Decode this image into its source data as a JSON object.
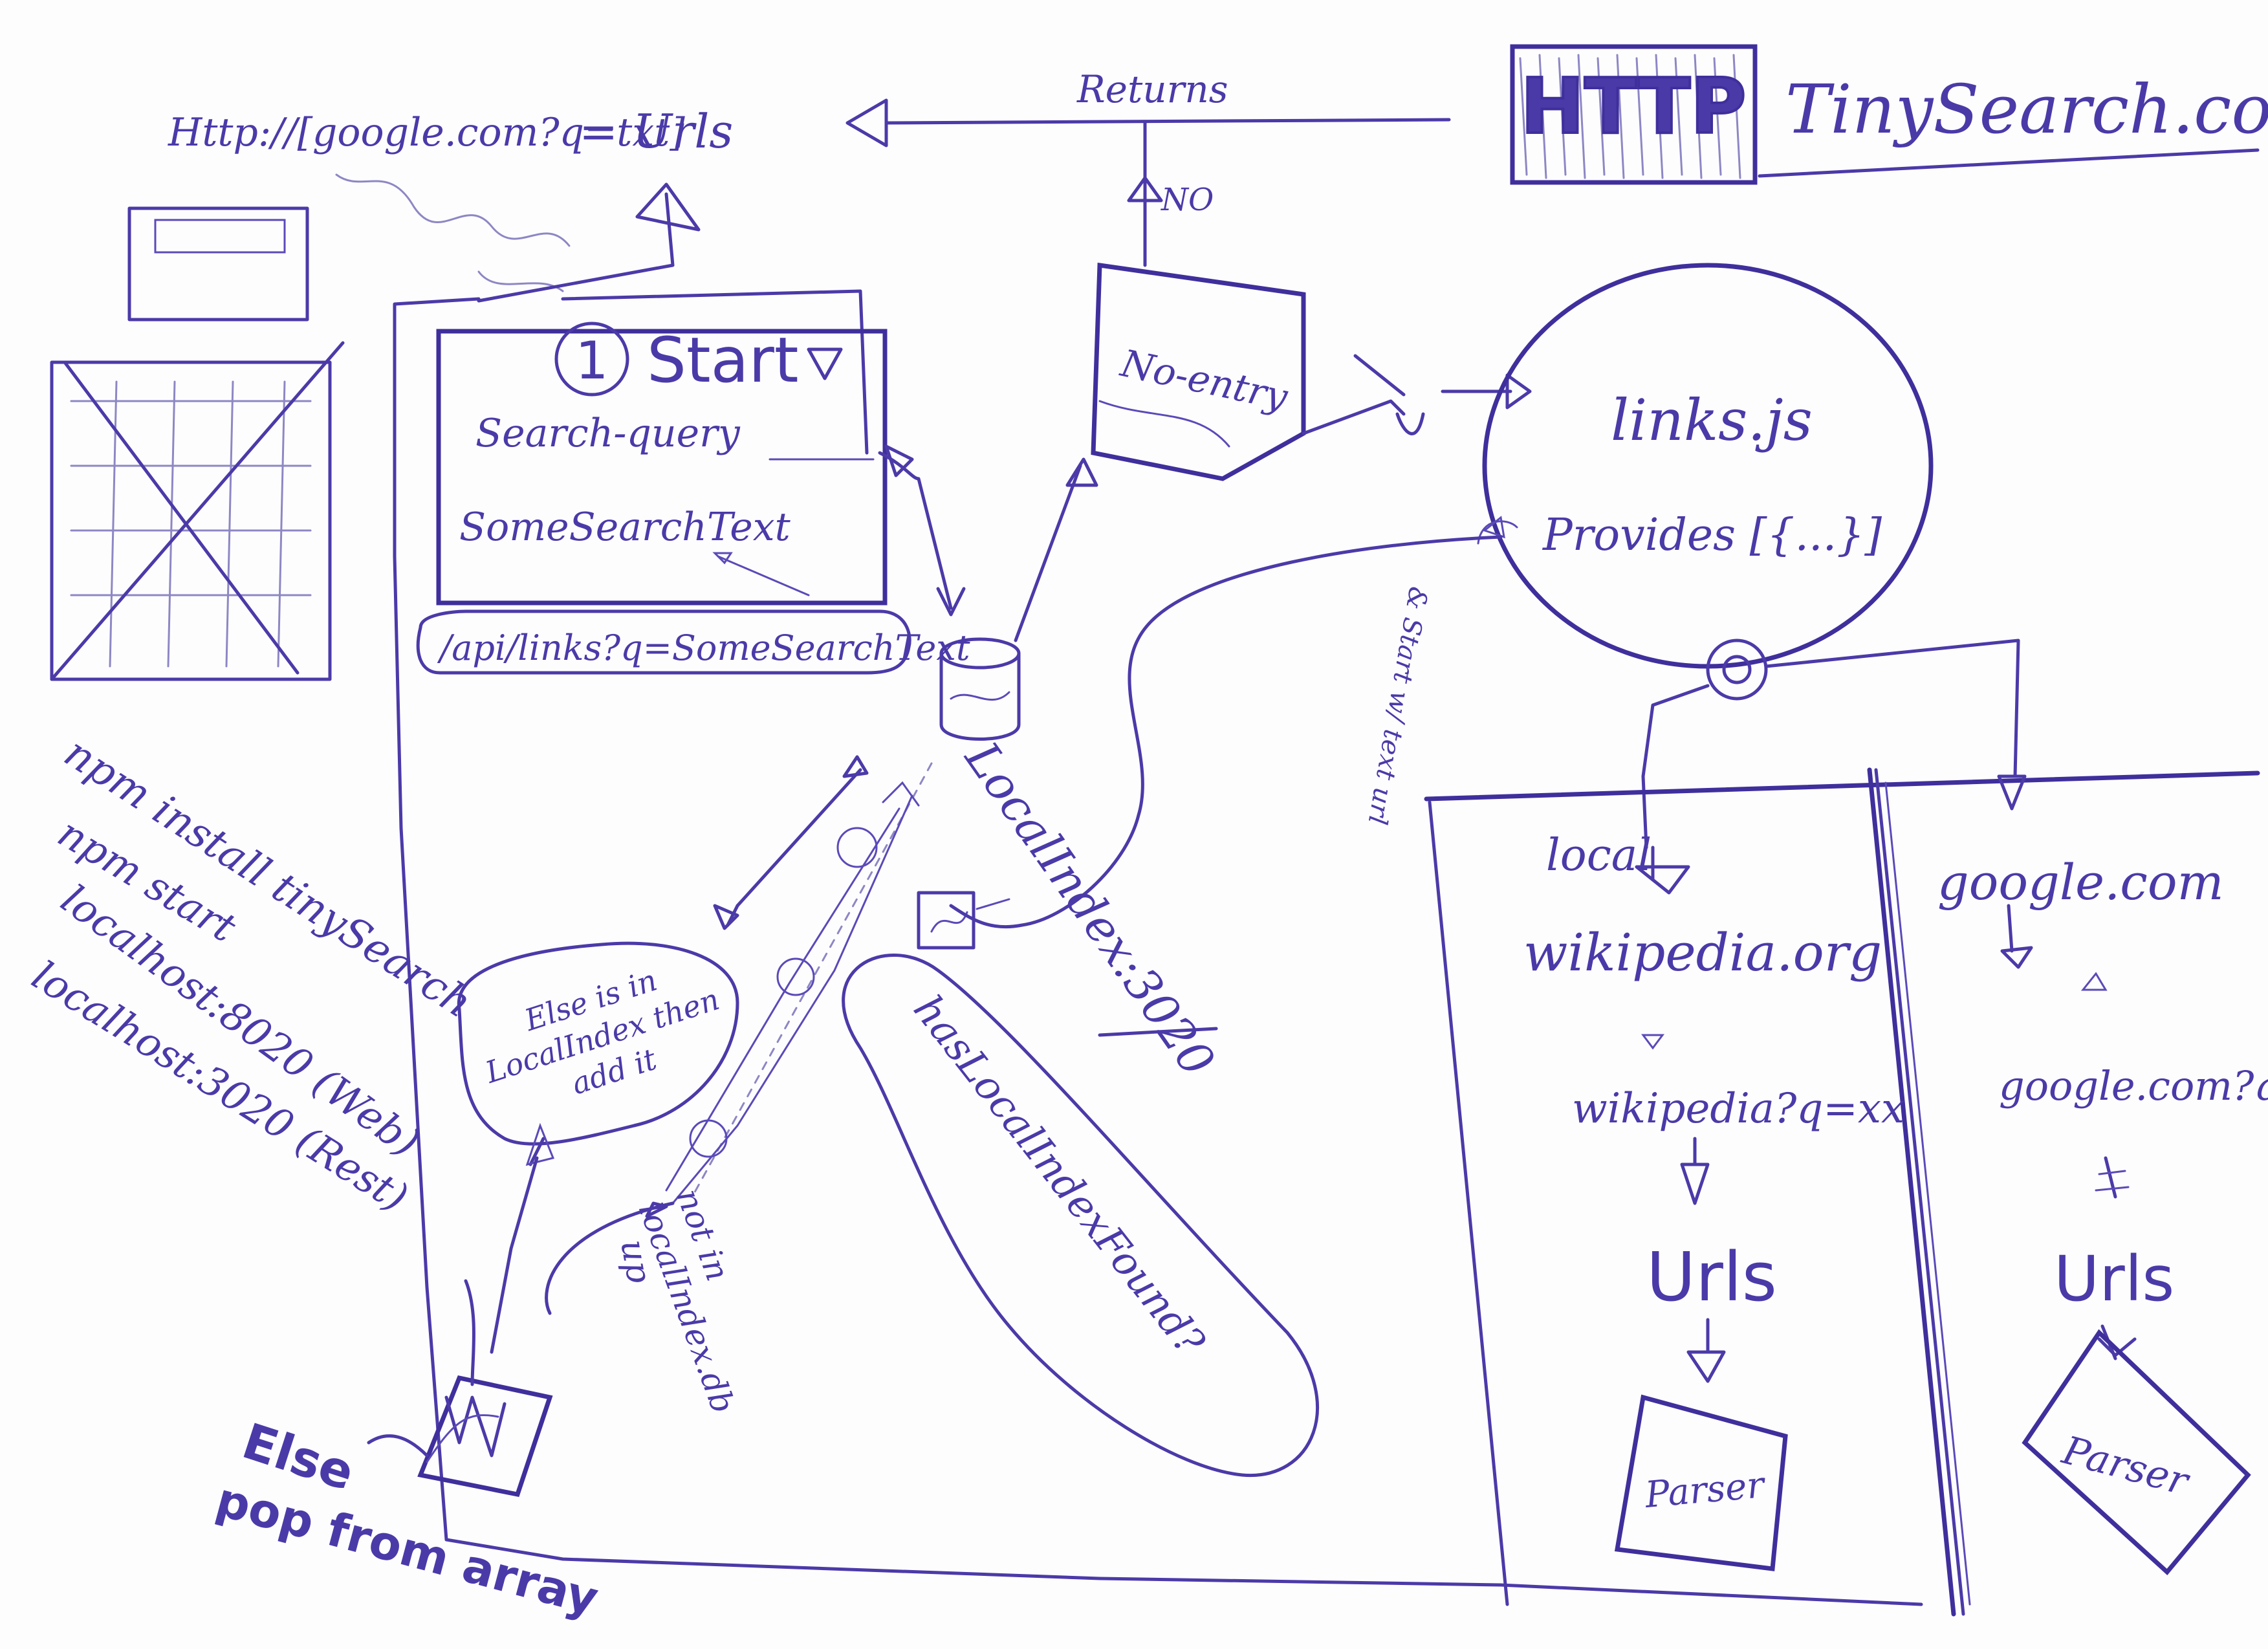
{
  "colors": {
    "ink": "#4b3aa8",
    "paper": "#fdfdfe"
  },
  "header": {
    "logo_text": "HTTP",
    "site_title": "TinySearch.com"
  },
  "top_left": {
    "url_text": "Http://[google.com?q=txt]",
    "equals_text": "= Urls"
  },
  "returns_label": "Returns",
  "no_label": "NO",
  "start_box": {
    "number": "1",
    "title": "Start",
    "field_label": "Search-query",
    "field_value": "SomeSearchText",
    "api_url": "/api/links?q=SomeSearchText"
  },
  "no_entry_box": {
    "label": "No-entry"
  },
  "links_module": {
    "title": "links.js",
    "provides": "Provides [{...}]"
  },
  "side_note": "& Start w/ text url",
  "local_index": {
    "label": "LocalIndex:3020"
  },
  "else_bubble": {
    "text": "Else is in LocalIndex then add it"
  },
  "not_in_note": {
    "prefix": "up",
    "text": "not in localIndex.db"
  },
  "has_local_note": {
    "text": "hasLocalIndexFound?"
  },
  "bottom_left": {
    "else_text": "Else",
    "pop_text": "pop from array"
  },
  "commands": {
    "line1": "npm install tinySearch",
    "line2": "npm start",
    "line3": "localhost:8020 (Web)",
    "line4": "localhost:3020 (Rest)"
  },
  "providers": {
    "left": {
      "header": "local",
      "site": "wikipedia.org",
      "url": "wikipedia?q=xx",
      "urls": "Urls",
      "parser": "Parser"
    },
    "right": {
      "site": "google.com",
      "url": "google.com?q=xx",
      "urls": "Urls",
      "parser": "Parser"
    }
  }
}
